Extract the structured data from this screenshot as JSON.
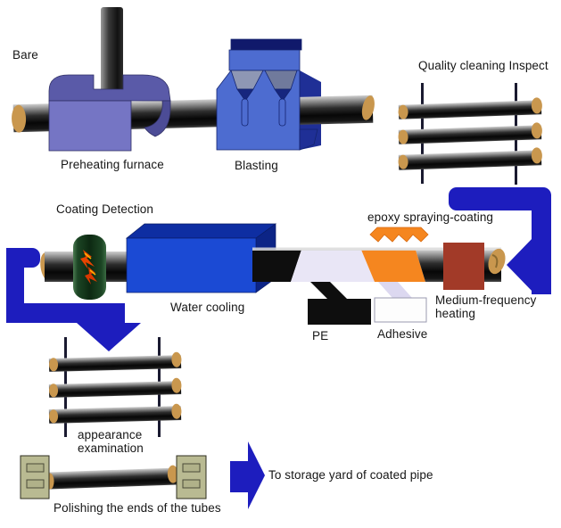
{
  "diagram": {
    "labels": {
      "bare": "Bare",
      "preheating_furnace": "Preheating furnace",
      "blasting": "Blasting",
      "quality_cleaning": "Quality cleaning Inspect",
      "coating_detection": "Coating Detection",
      "epoxy_spraying": "epoxy spraying-coating",
      "water_cooling": "Water cooling",
      "pe": "PE",
      "adhesive": "Adhesive",
      "medium_frequency_heating": "Medium-frequency\nheating",
      "appearance_examination": "appearance\nexamination",
      "polishing": "Polishing the ends of the tubes",
      "storage": "To storage yard of coated pipe"
    },
    "colors": {
      "arrow_blue": "#1d1dbe",
      "machine_blue": "#4d6cd0",
      "water_box_blue": "#1b4ad4",
      "furnace_purple": "#7575c4",
      "epoxy_orange": "#f5861f",
      "adhesive_band": "#e9e6f6",
      "heating_red": "#a23a28",
      "pe_black": "#0e0e0e",
      "detector_green": "#1c4a26",
      "pipe_end_tan": "#c9974e",
      "polisher_khaki": "#b9ba92"
    }
  }
}
